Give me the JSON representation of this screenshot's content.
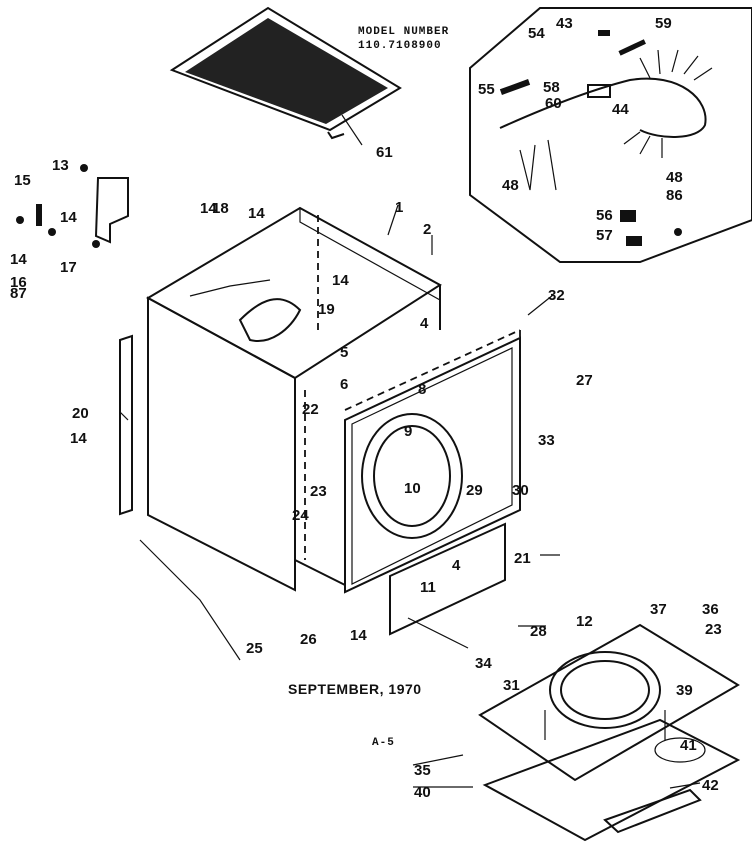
{
  "model": {
    "line1": "MODEL NUMBER",
    "line2": "110.7108900"
  },
  "date_caption": "SEPTEMBER, 1970",
  "page_ref": "A-5",
  "callouts": [
    "1",
    "2",
    "4",
    "4",
    "5",
    "6",
    "8",
    "9",
    "10",
    "11",
    "12",
    "13",
    "14",
    "14",
    "14",
    "14",
    "14",
    "14",
    "14",
    "15",
    "16",
    "17",
    "18",
    "19",
    "20",
    "21",
    "22",
    "23",
    "23",
    "24",
    "25",
    "26",
    "27",
    "28",
    "29",
    "30",
    "31",
    "32",
    "33",
    "34",
    "35",
    "36",
    "37",
    "39",
    "40",
    "41",
    "42",
    "43",
    "44",
    "48",
    "48",
    "54",
    "55",
    "56",
    "57",
    "58",
    "59",
    "60",
    "61",
    "86",
    "87"
  ]
}
